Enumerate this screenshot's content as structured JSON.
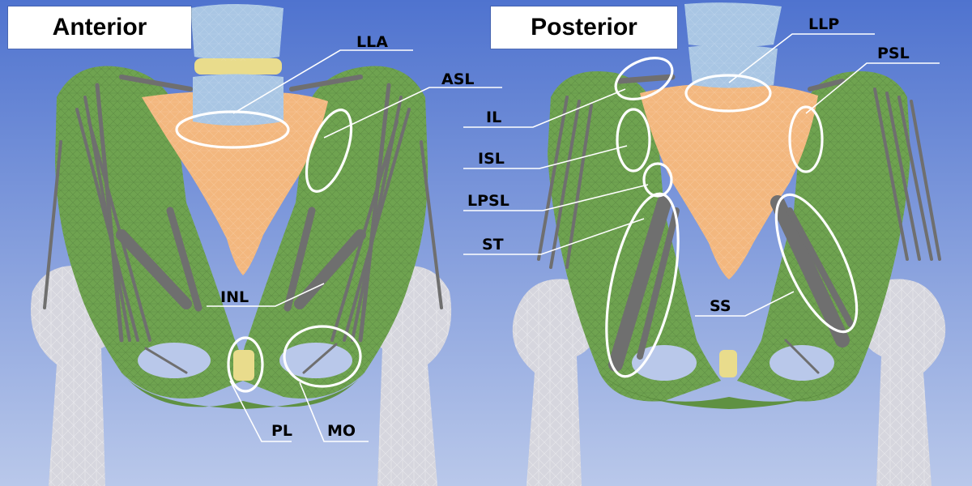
{
  "views": {
    "anterior": {
      "title": "Anterior"
    },
    "posterior": {
      "title": "Posterior"
    }
  },
  "labels": {
    "LLA": "LLA",
    "ASL": "ASL",
    "INL": "INL",
    "PL": "PL",
    "MO": "MO",
    "LLP": "LLP",
    "PSL": "PSL",
    "IL": "IL",
    "ISL": "ISL",
    "LPSL": "LPSL",
    "ST": "ST",
    "SS": "SS"
  },
  "colors": {
    "background_top": "#4f73cf",
    "background_bottom": "#b9c8ea",
    "pelvis": "#6fa350",
    "sacrum": "#f3b77e",
    "vertebra": "#a9c6e4",
    "disc": "#e9dc8c",
    "femur": "#d6d6de",
    "ligament": "#6f6f6f",
    "annotation": "#ffffff"
  }
}
